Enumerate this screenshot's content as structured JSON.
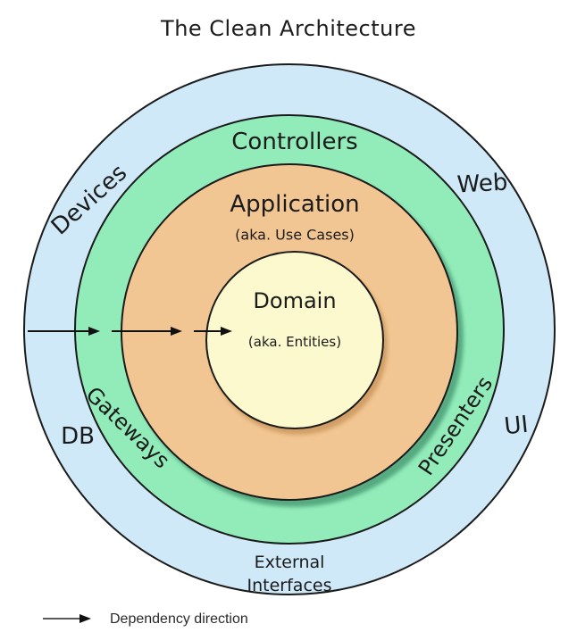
{
  "title": "The Clean Architecture",
  "colors": {
    "external_ring": "#cfe9f8",
    "controllers_ring": "#92ecba",
    "application_ring": "#f2c692",
    "domain_circle": "#fbf9cd",
    "outline": "#1b1b1b"
  },
  "layers": {
    "external": {
      "label_top_left": "Devices",
      "label_top_right": "Web",
      "label_left": "DB",
      "label_right": "UI",
      "label_bottom_line1": "External",
      "label_bottom_line2": "Interfaces"
    },
    "controllers": {
      "label_top": "Controllers",
      "label_bottom_left": "Gateways",
      "label_right": "Presenters"
    },
    "application": {
      "label": "Application",
      "sublabel": "(aka. Use Cases)"
    },
    "domain": {
      "label": "Domain",
      "sublabel": "(aka. Entities)"
    }
  },
  "legend": {
    "label": "Dependency direction"
  }
}
